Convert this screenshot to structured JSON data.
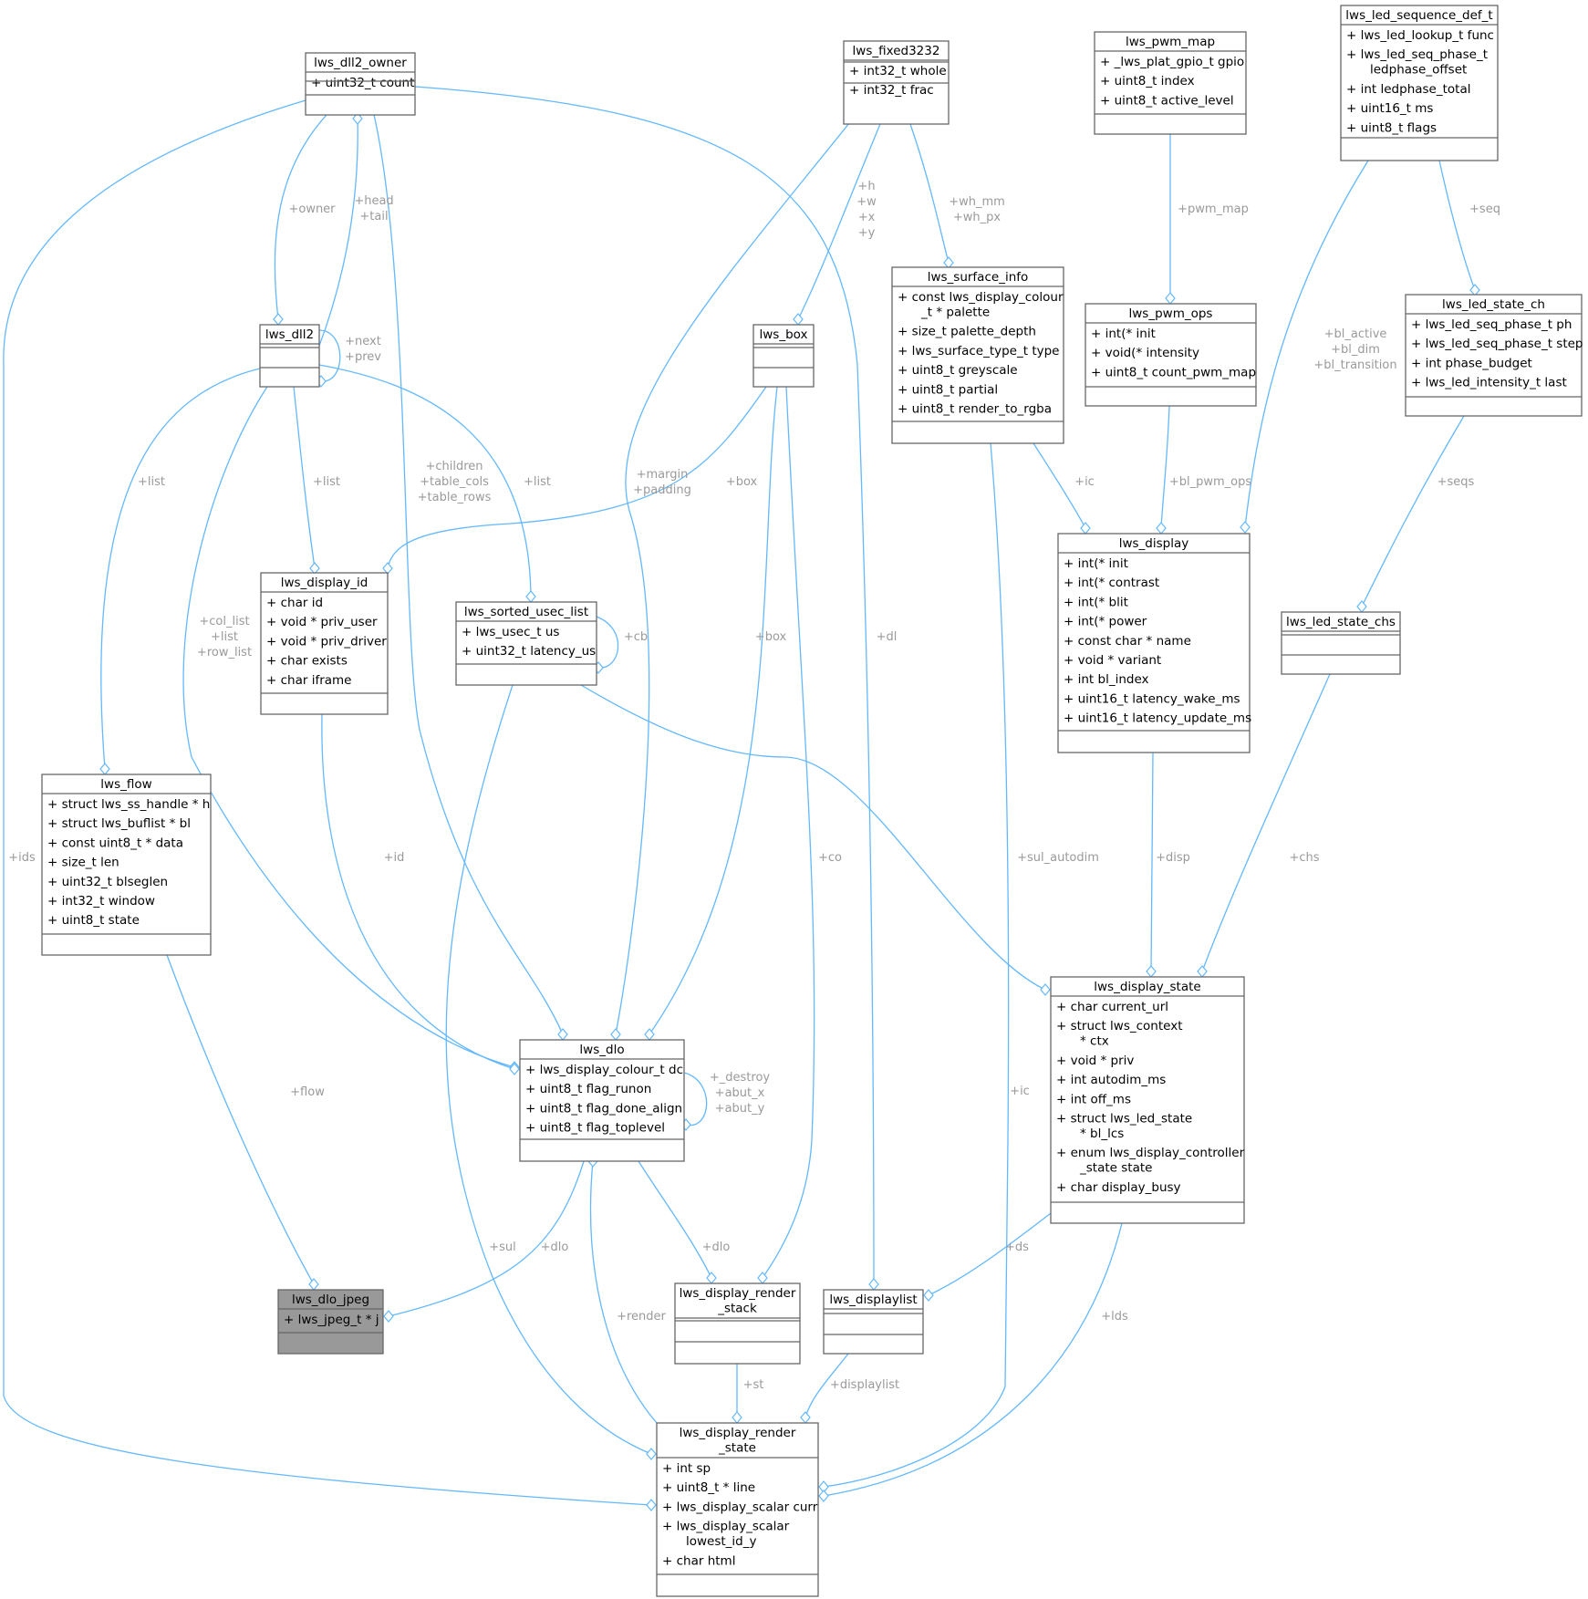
{
  "colors": {
    "edge": "#63b8ff",
    "border": "#666666",
    "highlight": "#999999",
    "label": "#9a9a9a"
  },
  "classes": {
    "lws_dll2_owner": {
      "title": [
        "lws_dll2_owner"
      ],
      "attrs": [
        [
          "+ uint32_t count"
        ]
      ]
    },
    "lws_fixed3232": {
      "title": [
        "lws_fixed3232"
      ],
      "attrs": [
        [
          "+ int32_t whole"
        ],
        [
          "+ int32_t frac"
        ]
      ]
    },
    "lws_pwm_map": {
      "title": [
        "lws_pwm_map"
      ],
      "attrs": [
        [
          "+ _lws_plat_gpio_t gpio"
        ],
        [
          "+ uint8_t index"
        ],
        [
          "+ uint8_t active_level"
        ]
      ]
    },
    "lws_led_sequence_def_t": {
      "title": [
        "lws_led_sequence_def_t"
      ],
      "attrs": [
        [
          "+ lws_led_lookup_t func"
        ],
        [
          "+ lws_led_seq_phase_t",
          "ledphase_offset"
        ],
        [
          "+ int ledphase_total"
        ],
        [
          "+ uint16_t ms"
        ],
        [
          "+ uint8_t flags"
        ]
      ]
    },
    "lws_surface_info": {
      "title": [
        "lws_surface_info"
      ],
      "attrs": [
        [
          "+ const lws_display_colour",
          "_t * palette"
        ],
        [
          "+ size_t palette_depth"
        ],
        [
          "+ lws_surface_type_t type"
        ],
        [
          "+ uint8_t greyscale"
        ],
        [
          "+ uint8_t partial"
        ],
        [
          "+ uint8_t render_to_rgba"
        ]
      ]
    },
    "lws_pwm_ops": {
      "title": [
        "lws_pwm_ops"
      ],
      "attrs": [
        [
          "+ int(* init"
        ],
        [
          "+ void(* intensity"
        ],
        [
          "+ uint8_t count_pwm_map"
        ]
      ]
    },
    "lws_led_state_ch": {
      "title": [
        "lws_led_state_ch"
      ],
      "attrs": [
        [
          "+ lws_led_seq_phase_t ph"
        ],
        [
          "+ lws_led_seq_phase_t step"
        ],
        [
          "+ int phase_budget"
        ],
        [
          "+ lws_led_intensity_t last"
        ]
      ]
    },
    "lws_dll2": {
      "title": [
        "lws_dll2"
      ],
      "attrs": []
    },
    "lws_box": {
      "title": [
        "lws_box"
      ],
      "attrs": []
    },
    "lws_display": {
      "title": [
        "lws_display"
      ],
      "attrs": [
        [
          "+ int(* init"
        ],
        [
          "+ int(* contrast"
        ],
        [
          "+ int(* blit"
        ],
        [
          "+ int(* power"
        ],
        [
          "+ const char * name"
        ],
        [
          "+ void * variant"
        ],
        [
          "+ int bl_index"
        ],
        [
          "+ uint16_t latency_wake_ms"
        ],
        [
          "+ uint16_t latency_update_ms"
        ]
      ]
    },
    "lws_display_id": {
      "title": [
        "lws_display_id"
      ],
      "attrs": [
        [
          "+ char id"
        ],
        [
          "+ void * priv_user"
        ],
        [
          "+ void * priv_driver"
        ],
        [
          "+ char exists"
        ],
        [
          "+ char iframe"
        ]
      ]
    },
    "lws_sorted_usec_list": {
      "title": [
        "lws_sorted_usec_list"
      ],
      "attrs": [
        [
          "+ lws_usec_t us"
        ],
        [
          "+ uint32_t latency_us"
        ]
      ]
    },
    "lws_led_state_chs": {
      "title": [
        "lws_led_state_chs"
      ],
      "attrs": []
    },
    "lws_flow": {
      "title": [
        "lws_flow"
      ],
      "attrs": [
        [
          "+ struct lws_ss_handle * h"
        ],
        [
          "+ struct lws_buflist * bl"
        ],
        [
          "+ const uint8_t * data"
        ],
        [
          "+ size_t len"
        ],
        [
          "+ uint32_t blseglen"
        ],
        [
          "+ int32_t window"
        ],
        [
          "+ uint8_t state"
        ]
      ]
    },
    "lws_display_state": {
      "title": [
        "lws_display_state"
      ],
      "attrs": [
        [
          "+ char current_url"
        ],
        [
          "+ struct lws_context",
          "* ctx"
        ],
        [
          "+ void * priv"
        ],
        [
          "+ int autodim_ms"
        ],
        [
          "+ int off_ms"
        ],
        [
          "+ struct lws_led_state",
          "* bl_lcs"
        ],
        [
          "+ enum lws_display_controller",
          "_state state"
        ],
        [
          "+ char display_busy"
        ]
      ]
    },
    "lws_dlo": {
      "title": [
        "lws_dlo"
      ],
      "attrs": [
        [
          "+ lws_display_colour_t dc"
        ],
        [
          "+ uint8_t flag_runon"
        ],
        [
          "+ uint8_t flag_done_align"
        ],
        [
          "+ uint8_t flag_toplevel"
        ]
      ]
    },
    "lws_dlo_jpeg": {
      "title": [
        "lws_dlo_jpeg"
      ],
      "attrs": [
        [
          "+ lws_jpeg_t * j"
        ]
      ]
    },
    "lws_display_render_stack": {
      "title": [
        "lws_display_render",
        "_stack"
      ],
      "attrs": []
    },
    "lws_displaylist": {
      "title": [
        "lws_displaylist"
      ],
      "attrs": []
    },
    "lws_display_render_state": {
      "title": [
        "lws_display_render",
        "_state"
      ],
      "attrs": [
        [
          "+ int sp"
        ],
        [
          "+ uint8_t * line"
        ],
        [
          "+ lws_display_scalar curr"
        ],
        [
          "+ lws_display_scalar",
          "lowest_id_y"
        ],
        [
          "+ char html"
        ]
      ]
    }
  },
  "edge_labels": {
    "owner": [
      "+owner"
    ],
    "head_tail": [
      "+head",
      "+tail"
    ],
    "next_prev": [
      "+next",
      "+prev"
    ],
    "hwxy": [
      "+h",
      "+w",
      "+x",
      "+y"
    ],
    "wh": [
      "+wh_mm",
      "+wh_px"
    ],
    "pwm_map": [
      "+pwm_map"
    ],
    "seq": [
      "+seq"
    ],
    "bl": [
      "+bl_active",
      "+bl_dim",
      "+bl_transition"
    ],
    "list_flow": [
      "+list"
    ],
    "list_id": [
      "+list"
    ],
    "children": [
      "+children",
      "+table_cols",
      "+table_rows"
    ],
    "list_sul": [
      "+list"
    ],
    "margin": [
      "+margin",
      "+padding"
    ],
    "box_id": [
      "+box"
    ],
    "ic_disp": [
      "+ic"
    ],
    "bl_pwm_ops": [
      "+bl_pwm_ops"
    ],
    "seqs": [
      "+seqs"
    ],
    "col_list": [
      "+col_list",
      "+list",
      "+row_list"
    ],
    "cb": [
      "+cb"
    ],
    "box_dlo": [
      "+box"
    ],
    "dl": [
      "+dl"
    ],
    "ids": [
      "+ids"
    ],
    "id": [
      "+id"
    ],
    "co": [
      "+co"
    ],
    "sul_autodim": [
      "+sul_autodim"
    ],
    "disp": [
      "+disp"
    ],
    "chs": [
      "+chs"
    ],
    "flow": [
      "+flow"
    ],
    "destroy": [
      "+_destroy",
      "+abut_x",
      "+abut_y"
    ],
    "sul": [
      "+sul"
    ],
    "dlo_jpeg": [
      "+dlo"
    ],
    "dlo_stack": [
      "+dlo"
    ],
    "ds": [
      "+ds"
    ],
    "ic_render": [
      "+ic"
    ],
    "render": [
      "+render"
    ],
    "lds": [
      "+lds"
    ],
    "st": [
      "+st"
    ],
    "displaylist": [
      "+displaylist"
    ]
  }
}
